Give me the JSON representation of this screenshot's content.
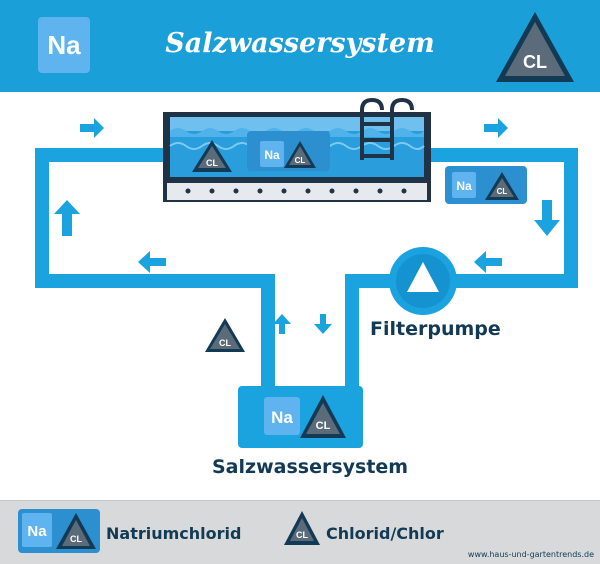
{
  "header": {
    "title": "Salzwassersystem",
    "na_symbol": "Na",
    "cl_symbol": "CL"
  },
  "diagram": {
    "pool_na": "Na",
    "pool_cl": "CL",
    "side_na": "Na",
    "side_cl": "CL",
    "loose_cl": "CL",
    "unit_na": "Na",
    "unit_cl": "CL",
    "pump_label": "Filterpumpe",
    "system_label": "Salzwassersystem"
  },
  "legend": {
    "na_symbol": "Na",
    "na_cl_symbol": "CL",
    "natrium_label": "Natriumchlorid",
    "cl_symbol": "CL",
    "chlor_label": "Chlorid/Chlor"
  },
  "source": "www.haus-und-gartentrends.de",
  "colors": {
    "header_blue": "#1b9fd8",
    "pipe_blue": "#1ba3e0",
    "na_light_blue": "#5fb3ef",
    "cl_gray": "#5b6b79",
    "navy": "#133a55",
    "legend_gray": "#d7d9da"
  }
}
